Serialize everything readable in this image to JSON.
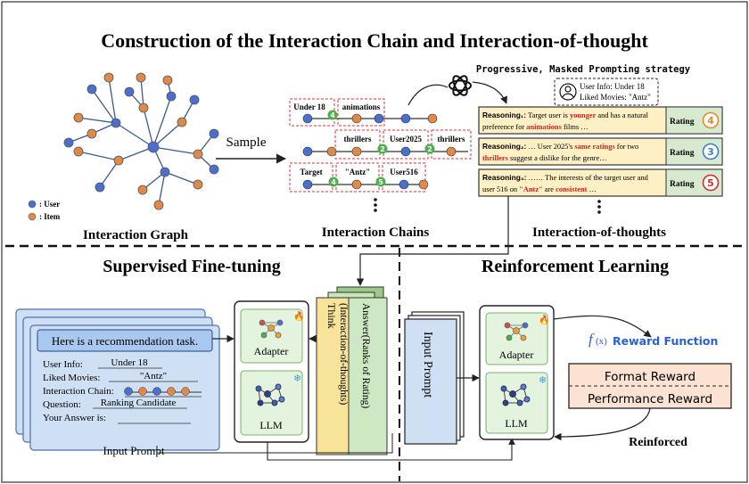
{
  "title": "Construction of the Interaction Chain and Interaction-of-thought",
  "graph": {
    "caption": "Interaction Graph",
    "legend_user": ": User",
    "legend_item": ": Item",
    "user_color": "#4a6fcf",
    "item_color": "#e08a4a"
  },
  "sample_label": "Sample",
  "chains": {
    "caption": "Interaction Chains",
    "row1": {
      "tag_a": "Under 18",
      "tag_b": "animations",
      "rating": "4"
    },
    "row2": {
      "tag_a": "thrillers",
      "tag_b": "User2025",
      "tag_c": "thrillers",
      "rating_a": "2",
      "rating_b": "2"
    },
    "row3": {
      "tag_a": "Target",
      "tag_b": "\"Antz\"",
      "tag_c": "User516",
      "rating_a": "4",
      "rating_b": "5"
    }
  },
  "openai_icon": "openai-logo-icon",
  "prompting_strategy": "Progressive, Masked Prompting strategy",
  "user_info_box": {
    "line1": "User Info: Under 18",
    "line2": "Liked Movies: \"Antz\""
  },
  "thoughts": {
    "caption": "Interaction-of-thoughts",
    "rating_label": "Rating",
    "items": [
      {
        "label": "Reasoning₁:",
        "l1_a": "Target user is ",
        "l1_hl": "younger",
        "l1_b": " and has a natural",
        "l2_a": "preference for ",
        "l2_hl": "animations",
        "l2_b": " films …",
        "rating": "4",
        "rating_color": "#e08a2a"
      },
      {
        "label": "Reasoning₂:",
        "l1_a": "… User 2025's ",
        "l1_hl": "same ratings",
        "l1_b": " for two",
        "l2_a": "",
        "l2_hl": "thrillers",
        "l2_b": " suggest a dislike for the genre…",
        "rating": "3",
        "rating_color": "#3a7fd0"
      },
      {
        "label": "Reasoning₃:",
        "l1_a": "…… The interests of the target user and",
        "l1_hl": "",
        "l1_b": "",
        "l2_a": "user 516 on ",
        "l2_hl": "\"Antz\"",
        "l2_b": " are ",
        "l2_hl2": "consistent",
        "l2_c": " …",
        "rating": "5",
        "rating_color": "#d03030"
      }
    ]
  },
  "sft": {
    "title": "Supervised Fine-tuning",
    "prompt_header": "Here is a recommendation task.",
    "user_info_label": "User Info:",
    "user_info_value": "Under 18",
    "liked_label": "Liked Movies:",
    "liked_value": "\"Antz\"",
    "chain_label": "Interaction Chain:",
    "question_label": "Question:",
    "question_value": "Ranking Candidate",
    "answer_label": "Your Answer is:",
    "input_prompt": "Input Prompt",
    "adapter": "Adapter",
    "llm": "LLM",
    "think": "Think",
    "think_sub": "(Interaction-of-thoughts)",
    "answer": "Answer(Ranks of Rating)"
  },
  "rl": {
    "title": "Reinforcement Learning",
    "input_prompt": "Input Prompt",
    "adapter": "Adapter",
    "llm": "LLM",
    "reward_function": "Reward Function",
    "format_reward": "Format Reward",
    "performance_reward": "Performance Reward",
    "reinforced": "Reinforced"
  }
}
